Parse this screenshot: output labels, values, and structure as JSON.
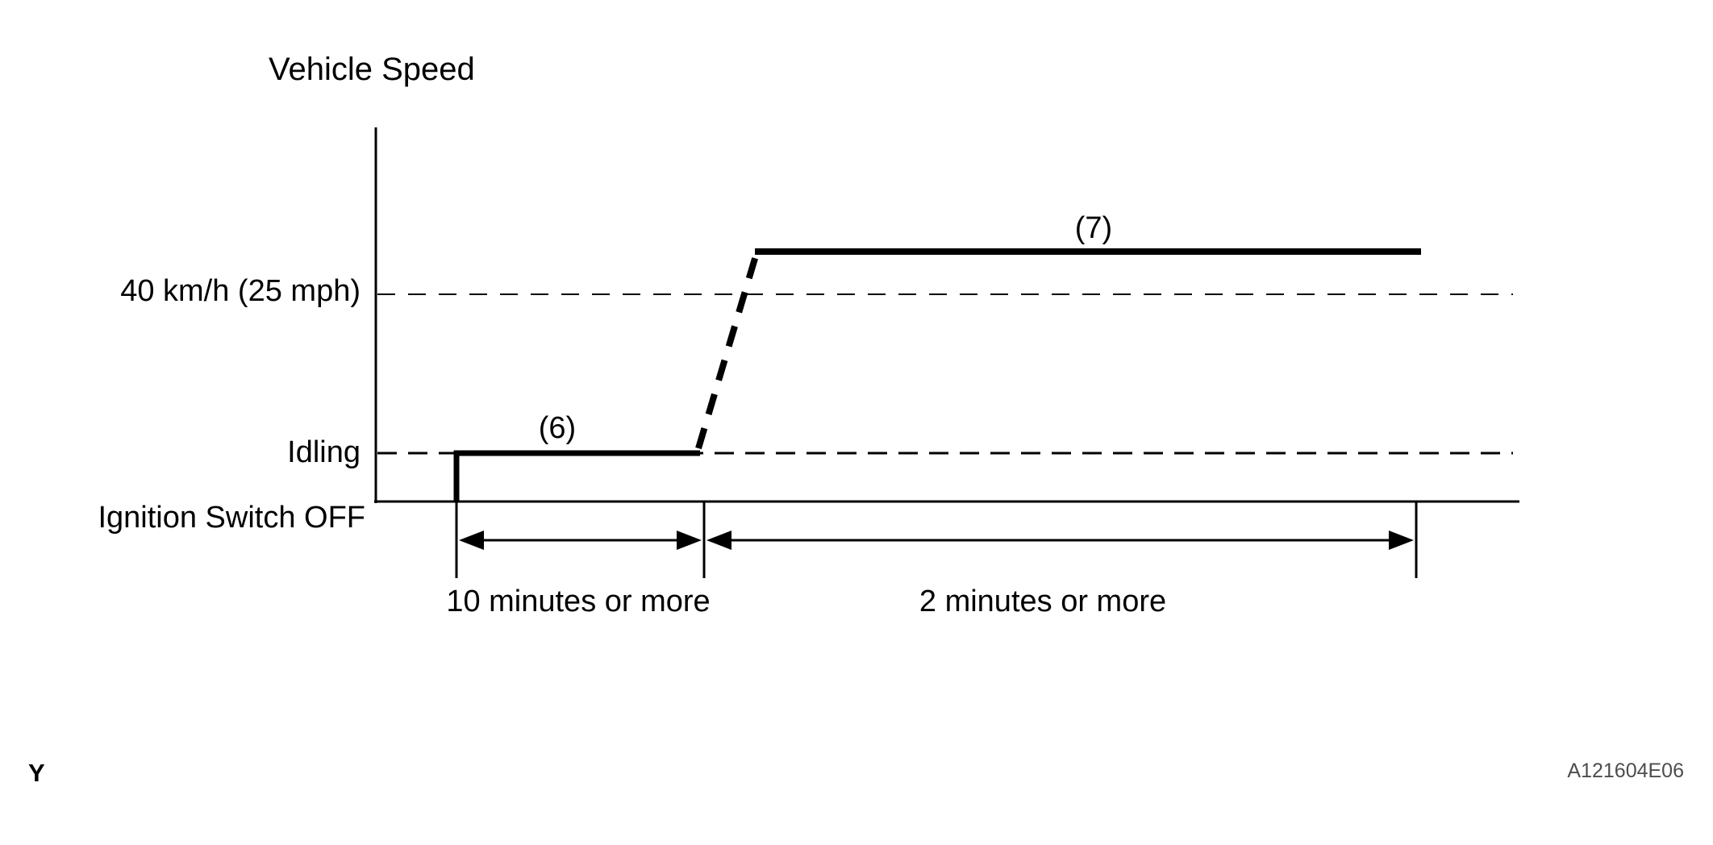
{
  "diagram": {
    "title": "Vehicle Speed",
    "axis_labels": {
      "speed_threshold": "40 km/h (25 mph)",
      "idling": "Idling",
      "ignition_off": "Ignition Switch OFF"
    },
    "segment_labels": {
      "idling_segment": "(6)",
      "driving_segment": "(7)"
    },
    "duration_labels": {
      "idling_duration": "10 minutes or more",
      "driving_duration": "2 minutes or more"
    },
    "footer": {
      "page_marker": "Y",
      "figure_code": "A121604E06"
    },
    "colors": {
      "line": "#000000",
      "text": "#000000",
      "figure_code_text": "#4d4d4d",
      "background": "#ffffff"
    }
  },
  "chart_data": {
    "type": "line",
    "title": "Vehicle Speed",
    "x_axis": "time (no scale shown)",
    "y_axis": "vehicle speed (no scale shown)",
    "reference_levels": [
      {
        "label": "40 km/h (25 mph)",
        "style": "dashed"
      },
      {
        "label": "Idling",
        "style": "dashed"
      },
      {
        "label": "Ignition Switch OFF",
        "style": "solid-baseline"
      }
    ],
    "segments": [
      {
        "label": "(6)",
        "level": "Idling",
        "duration": "10 minutes or more",
        "style": "solid"
      },
      {
        "label": "",
        "level": "transition from Idling to above 40 km/h (25 mph)",
        "duration": "",
        "style": "dashed"
      },
      {
        "label": "(7)",
        "level": "above 40 km/h (25 mph)",
        "duration": "2 minutes or more",
        "style": "solid"
      }
    ]
  }
}
